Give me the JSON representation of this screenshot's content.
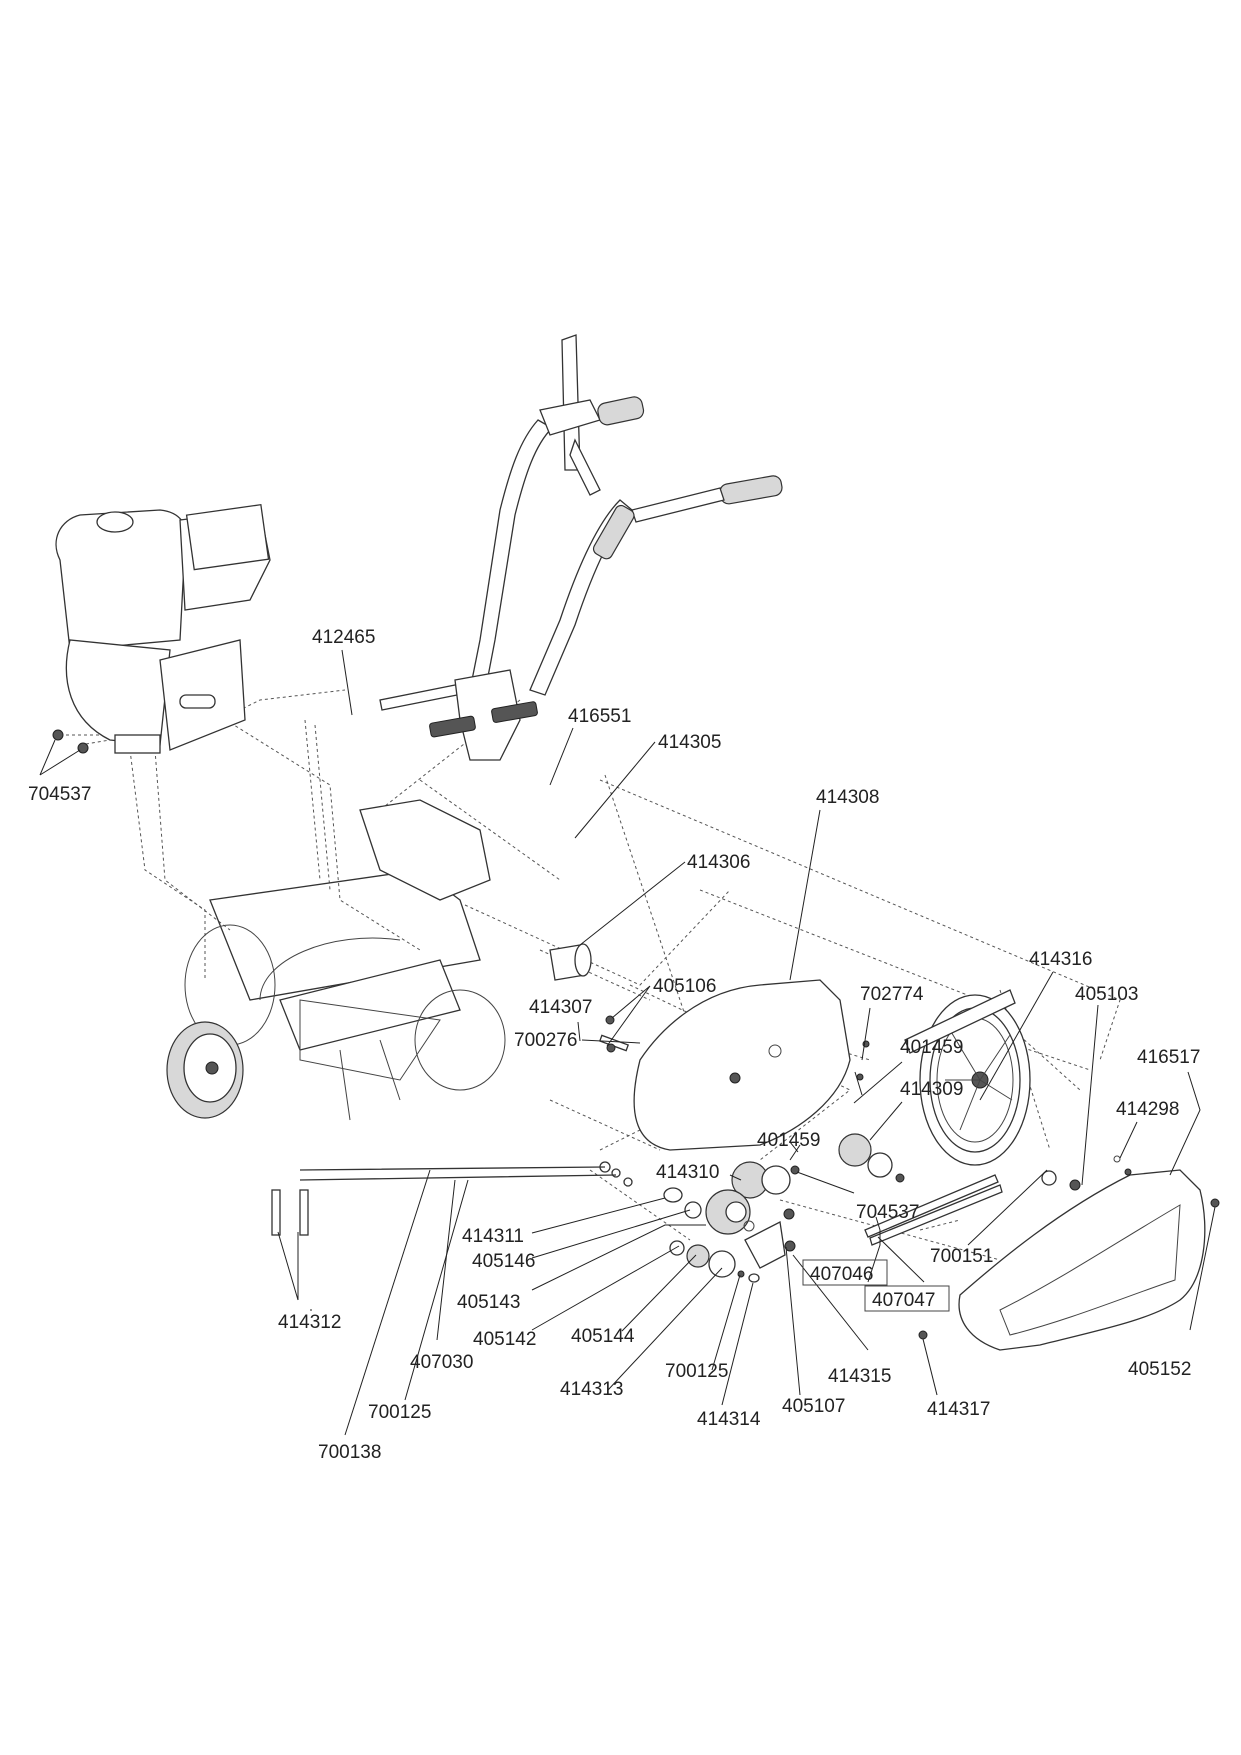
{
  "diagram": {
    "title": "Tiller exploded parts view",
    "labels": {
      "p704537_engine": "704537",
      "p412465": "412465",
      "p416551": "416551",
      "p414305": "414305",
      "p414308": "414308",
      "p414306": "414306",
      "p405106": "405106",
      "p414307": "414307",
      "p702774": "702774",
      "p414316": "414316",
      "p405103": "405103",
      "p416517": "416517",
      "p401459_a": "401459",
      "p414309": "414309",
      "p414298": "414298",
      "p700276": "700276",
      "p401459_b": "401459",
      "p414310": "414310",
      "p704537_gear": "704537",
      "p414311": "414311",
      "p405146": "405146",
      "p700151": "700151",
      "p405143": "405143",
      "p407046": "407046",
      "p407047": "407047",
      "p414312": "414312",
      "p405142": "405142",
      "p405144": "405144",
      "p407030": "407030",
      "p405152": "405152",
      "p414315": "414315",
      "p414313": "414313",
      "p700125_a": "700125",
      "p405107": "405107",
      "p414317": "414317",
      "p414314": "414314",
      "p700125_b": "700125",
      "p700138": "700138"
    }
  }
}
